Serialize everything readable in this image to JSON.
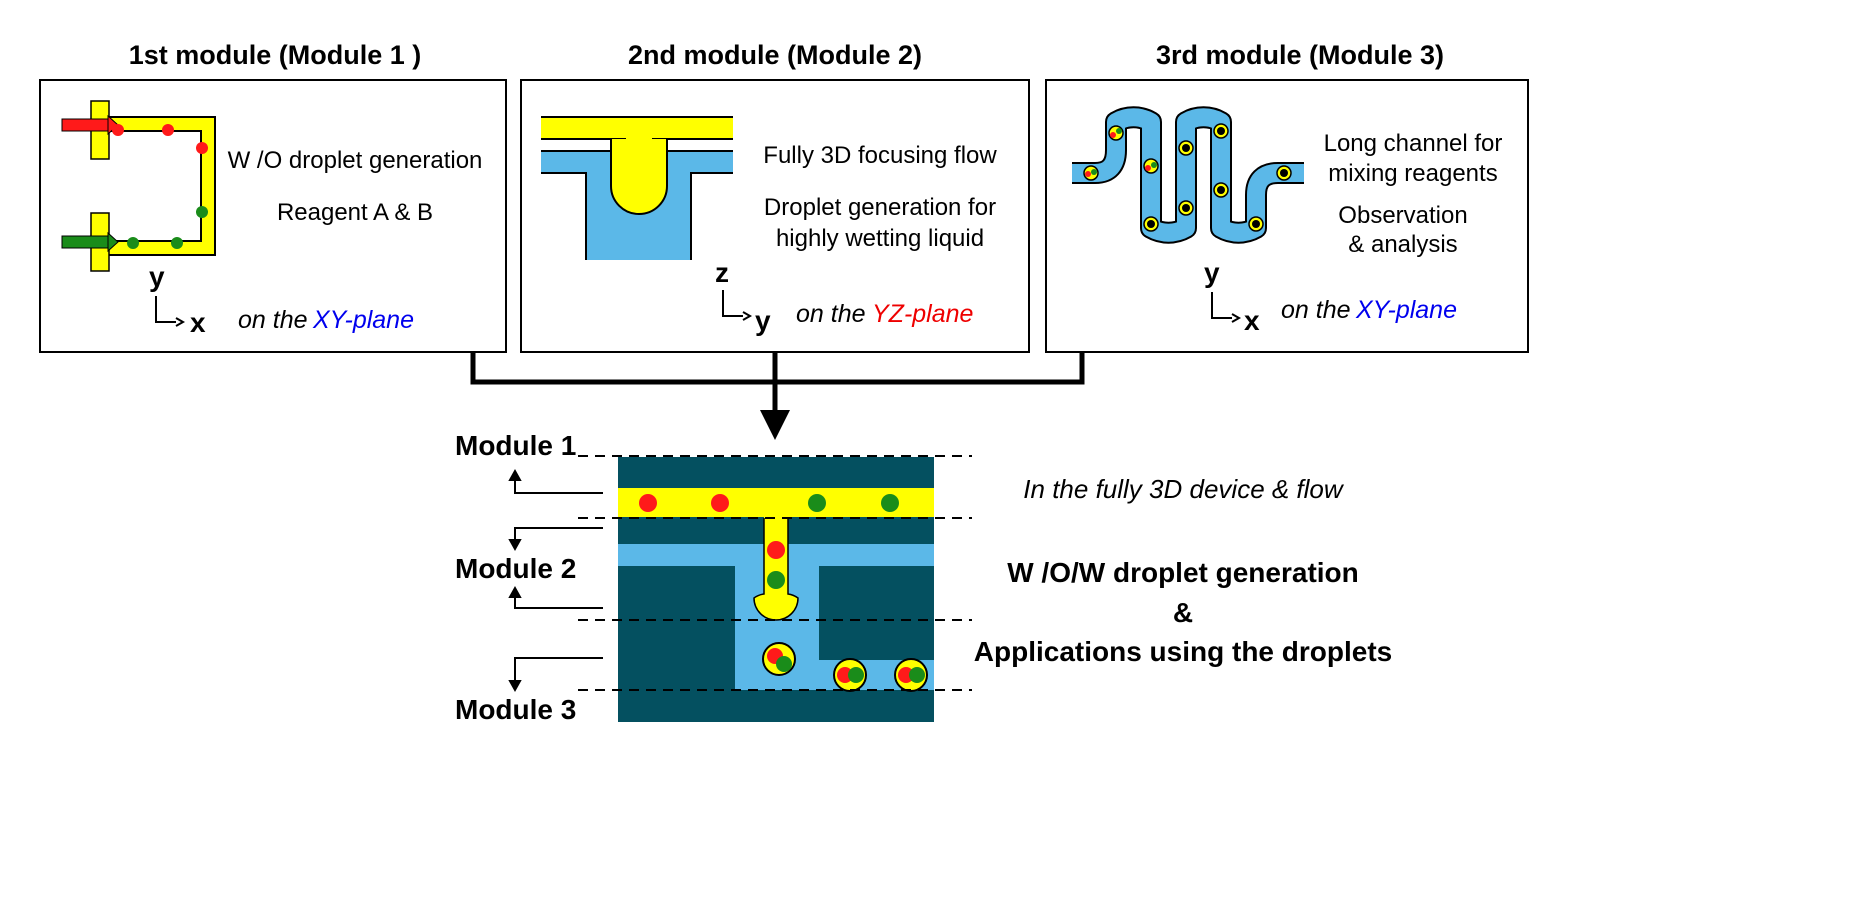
{
  "colors": {
    "yellow": "#ffff00",
    "blue": "#5bb8e8",
    "dark": "#045060",
    "red": "#ff1a1a",
    "green": "#1a8c1a",
    "axis_blue": "#0000ee",
    "axis_red": "#ee0000"
  },
  "module1": {
    "title": "1st module (Module 1 )",
    "line1": "W /O droplet generation",
    "line2": "Reagent A & B",
    "axis_v": "y",
    "axis_h": "x",
    "plane_prefix": "on the ",
    "plane_name": "XY-plane"
  },
  "module2": {
    "title": "2nd module (Module 2)",
    "line1": "Fully 3D focusing flow",
    "line2": "Droplet generation for",
    "line3": "highly wetting liquid",
    "axis_v": "z",
    "axis_h": "y",
    "plane_prefix": "on the ",
    "plane_name": "YZ-plane"
  },
  "module3": {
    "title": "3rd module (Module 3)",
    "line1": "Long channel for",
    "line2": "mixing reagents",
    "line3": "Observation",
    "line4": "& analysis",
    "axis_v": "y",
    "axis_h": "x",
    "plane_prefix": "on the ",
    "plane_name": "XY-plane"
  },
  "combined": {
    "label_m1": "Module 1",
    "label_m2": "Module 2",
    "label_m3": "Module 3",
    "device_text": "In the fully 3D device & flow",
    "line1": "W /O/W droplet generation",
    "line2": "&",
    "line3": "Applications using the droplets"
  }
}
